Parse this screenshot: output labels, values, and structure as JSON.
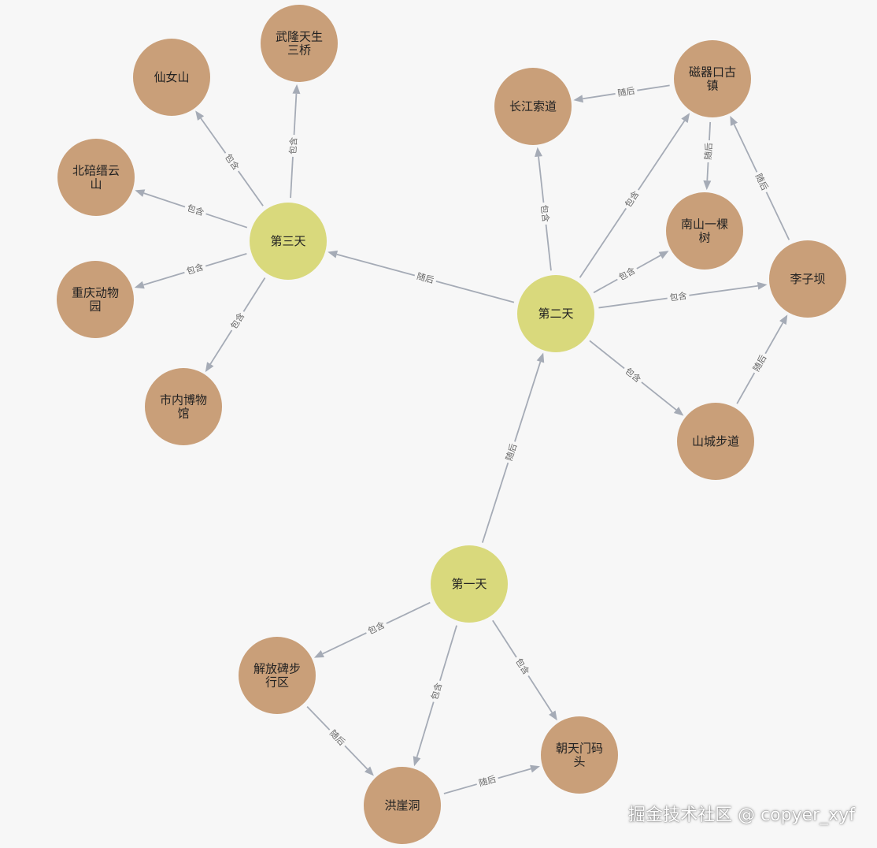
{
  "colors": {
    "day": "#d9d97c",
    "spot": "#c99f79",
    "edge": "#a5abb6",
    "background": "#f7f7f7"
  },
  "nodes": [
    {
      "id": "day1",
      "kind": "day",
      "lines": [
        "第一天"
      ]
    },
    {
      "id": "day2",
      "kind": "day",
      "lines": [
        "第二天"
      ]
    },
    {
      "id": "day3",
      "kind": "day",
      "lines": [
        "第三天"
      ]
    },
    {
      "id": "jiefangbei",
      "kind": "spot",
      "lines": [
        "解放碑步",
        "行区"
      ]
    },
    {
      "id": "hongyadong",
      "kind": "spot",
      "lines": [
        "洪崖洞"
      ]
    },
    {
      "id": "chaotianmen",
      "kind": "spot",
      "lines": [
        "朝天门码",
        "头"
      ]
    },
    {
      "id": "shancheng",
      "kind": "spot",
      "lines": [
        "山城步道"
      ]
    },
    {
      "id": "liziba",
      "kind": "spot",
      "lines": [
        "李子坝"
      ]
    },
    {
      "id": "nanshan",
      "kind": "spot",
      "lines": [
        "南山一棵",
        "树"
      ]
    },
    {
      "id": "ciqikou",
      "kind": "spot",
      "lines": [
        "磁器口古",
        "镇"
      ]
    },
    {
      "id": "cableway",
      "kind": "spot",
      "lines": [
        "长江索道"
      ]
    },
    {
      "id": "wulong",
      "kind": "spot",
      "lines": [
        "武隆天生",
        "三桥"
      ]
    },
    {
      "id": "xiannv",
      "kind": "spot",
      "lines": [
        "仙女山"
      ]
    },
    {
      "id": "jinyun",
      "kind": "spot",
      "lines": [
        "北碚缙云",
        "山"
      ]
    },
    {
      "id": "zoo",
      "kind": "spot",
      "lines": [
        "重庆动物",
        "园"
      ]
    },
    {
      "id": "museum",
      "kind": "spot",
      "lines": [
        "市内博物",
        "馆"
      ]
    }
  ],
  "edges": [
    {
      "from": "day1",
      "to": "day2",
      "label": "随后"
    },
    {
      "from": "day2",
      "to": "day3",
      "label": "随后"
    },
    {
      "from": "day1",
      "to": "jiefangbei",
      "label": "包含"
    },
    {
      "from": "day1",
      "to": "hongyadong",
      "label": "包含"
    },
    {
      "from": "day1",
      "to": "chaotianmen",
      "label": "包含"
    },
    {
      "from": "jiefangbei",
      "to": "hongyadong",
      "label": "随后"
    },
    {
      "from": "hongyadong",
      "to": "chaotianmen",
      "label": "随后"
    },
    {
      "from": "day2",
      "to": "cableway",
      "label": "包含"
    },
    {
      "from": "day2",
      "to": "ciqikou",
      "label": "包含"
    },
    {
      "from": "day2",
      "to": "nanshan",
      "label": "包含"
    },
    {
      "from": "day2",
      "to": "liziba",
      "label": "包含"
    },
    {
      "from": "day2",
      "to": "shancheng",
      "label": "包含"
    },
    {
      "from": "ciqikou",
      "to": "cableway",
      "label": "随后"
    },
    {
      "from": "ciqikou",
      "to": "nanshan",
      "label": "随后"
    },
    {
      "from": "liziba",
      "to": "ciqikou",
      "label": "随后"
    },
    {
      "from": "shancheng",
      "to": "liziba",
      "label": "随后"
    },
    {
      "from": "day3",
      "to": "wulong",
      "label": "包含"
    },
    {
      "from": "day3",
      "to": "xiannv",
      "label": "包含"
    },
    {
      "from": "day3",
      "to": "jinyun",
      "label": "包含"
    },
    {
      "from": "day3",
      "to": "zoo",
      "label": "包含"
    },
    {
      "from": "day3",
      "to": "museum",
      "label": "包含"
    }
  ],
  "watermark": "掘金技术社区 @ copyer_xyf"
}
